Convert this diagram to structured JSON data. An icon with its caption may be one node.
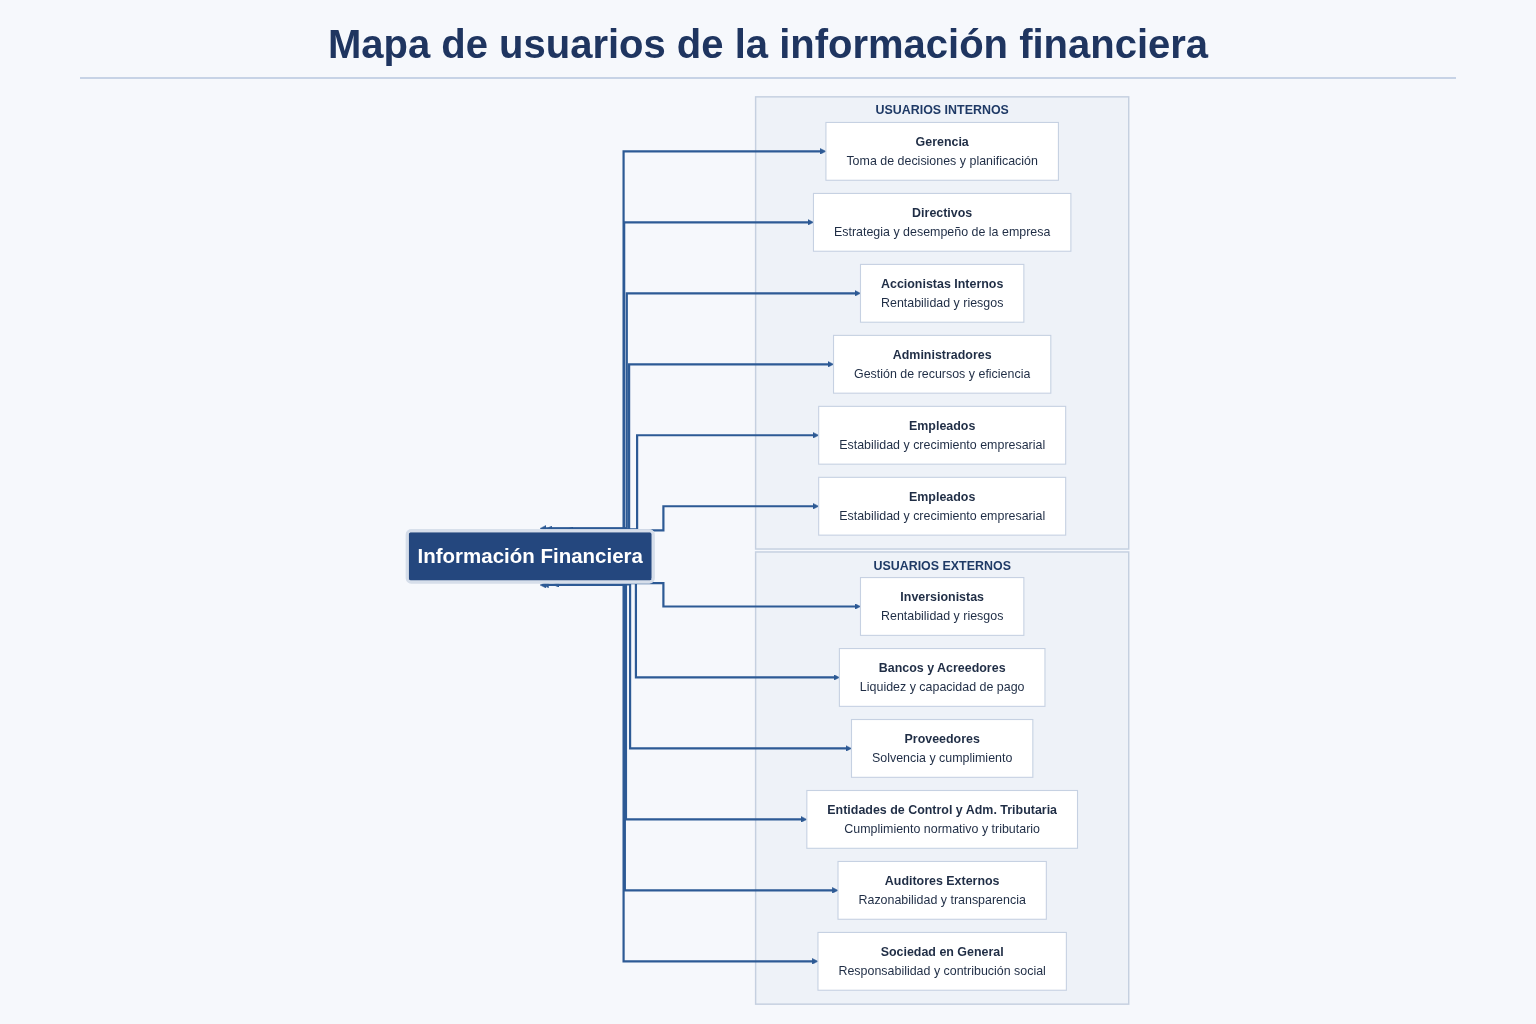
{
  "diagram": {
    "title": "Mapa de usuarios de la información financiera",
    "nodes": [
      {
        "text": [
          "USUARIOS INTERNOS"
        ]
      },
      {
        "text": [
          "Gerencia",
          "Toma de decisiones y planificación"
        ],
        "in": 0
      },
      {
        "text": [
          "Directivos",
          "Estrategia y desempeño de la empresa"
        ],
        "in": 0
      },
      {
        "text": [
          "Accionistas Internos",
          "Rentabilidad y riesgos"
        ],
        "in": 0
      },
      {
        "text": [
          "Administradores",
          "Gestión de recursos y eficiencia"
        ],
        "in": 0
      },
      {
        "text": [
          "Empleados",
          "Estabilidad y crecimiento empresarial"
        ],
        "in": 0
      },
      {
        "text": [
          "Empleados",
          "Estabilidad y crecimiento empresarial"
        ],
        "in": 0
      },
      {
        "text": [
          "Información Financiera"
        ]
      },
      {
        "text": [
          "USUARIOS EXTERNOS"
        ]
      },
      {
        "text": [
          "Inversionistas",
          "Rentabilidad y riesgos"
        ],
        "in": 8
      },
      {
        "text": [
          "Bancos y Acreedores",
          "Liquidez y capacidad de pago"
        ],
        "in": 8
      },
      {
        "text": [
          "Proveedores",
          "Solvencia y cumplimiento"
        ],
        "in": 8
      },
      {
        "text": [
          "Entidades de Control y Adm. Tributaria",
          "Cumplimiento normativo y tributario"
        ],
        "in": 8
      },
      {
        "text": [
          "Auditores Externos",
          "Razonabilidad y transparencia"
        ],
        "in": 8
      },
      {
        "text": [
          "Sociedad en General",
          "Responsabilidad y contribución social"
        ],
        "in": 8
      }
    ],
    "edges": [
      {
        "from": 7,
        "to": 1,
        "arrow": "both"
      },
      {
        "from": 7,
        "to": 2,
        "arrow": "to"
      },
      {
        "from": 7,
        "to": 3,
        "arrow": "both"
      },
      {
        "from": 7,
        "to": 4,
        "arrow": "to"
      },
      {
        "from": 7,
        "to": 5,
        "arrow": "both"
      },
      {
        "from": 7,
        "to": 6,
        "arrow": "both"
      },
      {
        "from": 7,
        "to": 9,
        "arrow": "both"
      },
      {
        "from": 7,
        "to": 10,
        "arrow": "to"
      },
      {
        "from": 7,
        "to": 11,
        "arrow": "both"
      },
      {
        "from": 7,
        "to": 12,
        "arrow": "to"
      },
      {
        "from": 7,
        "to": 13,
        "arrow": "both"
      },
      {
        "from": 7,
        "to": 14,
        "arrow": "both"
      }
    ]
  }
}
